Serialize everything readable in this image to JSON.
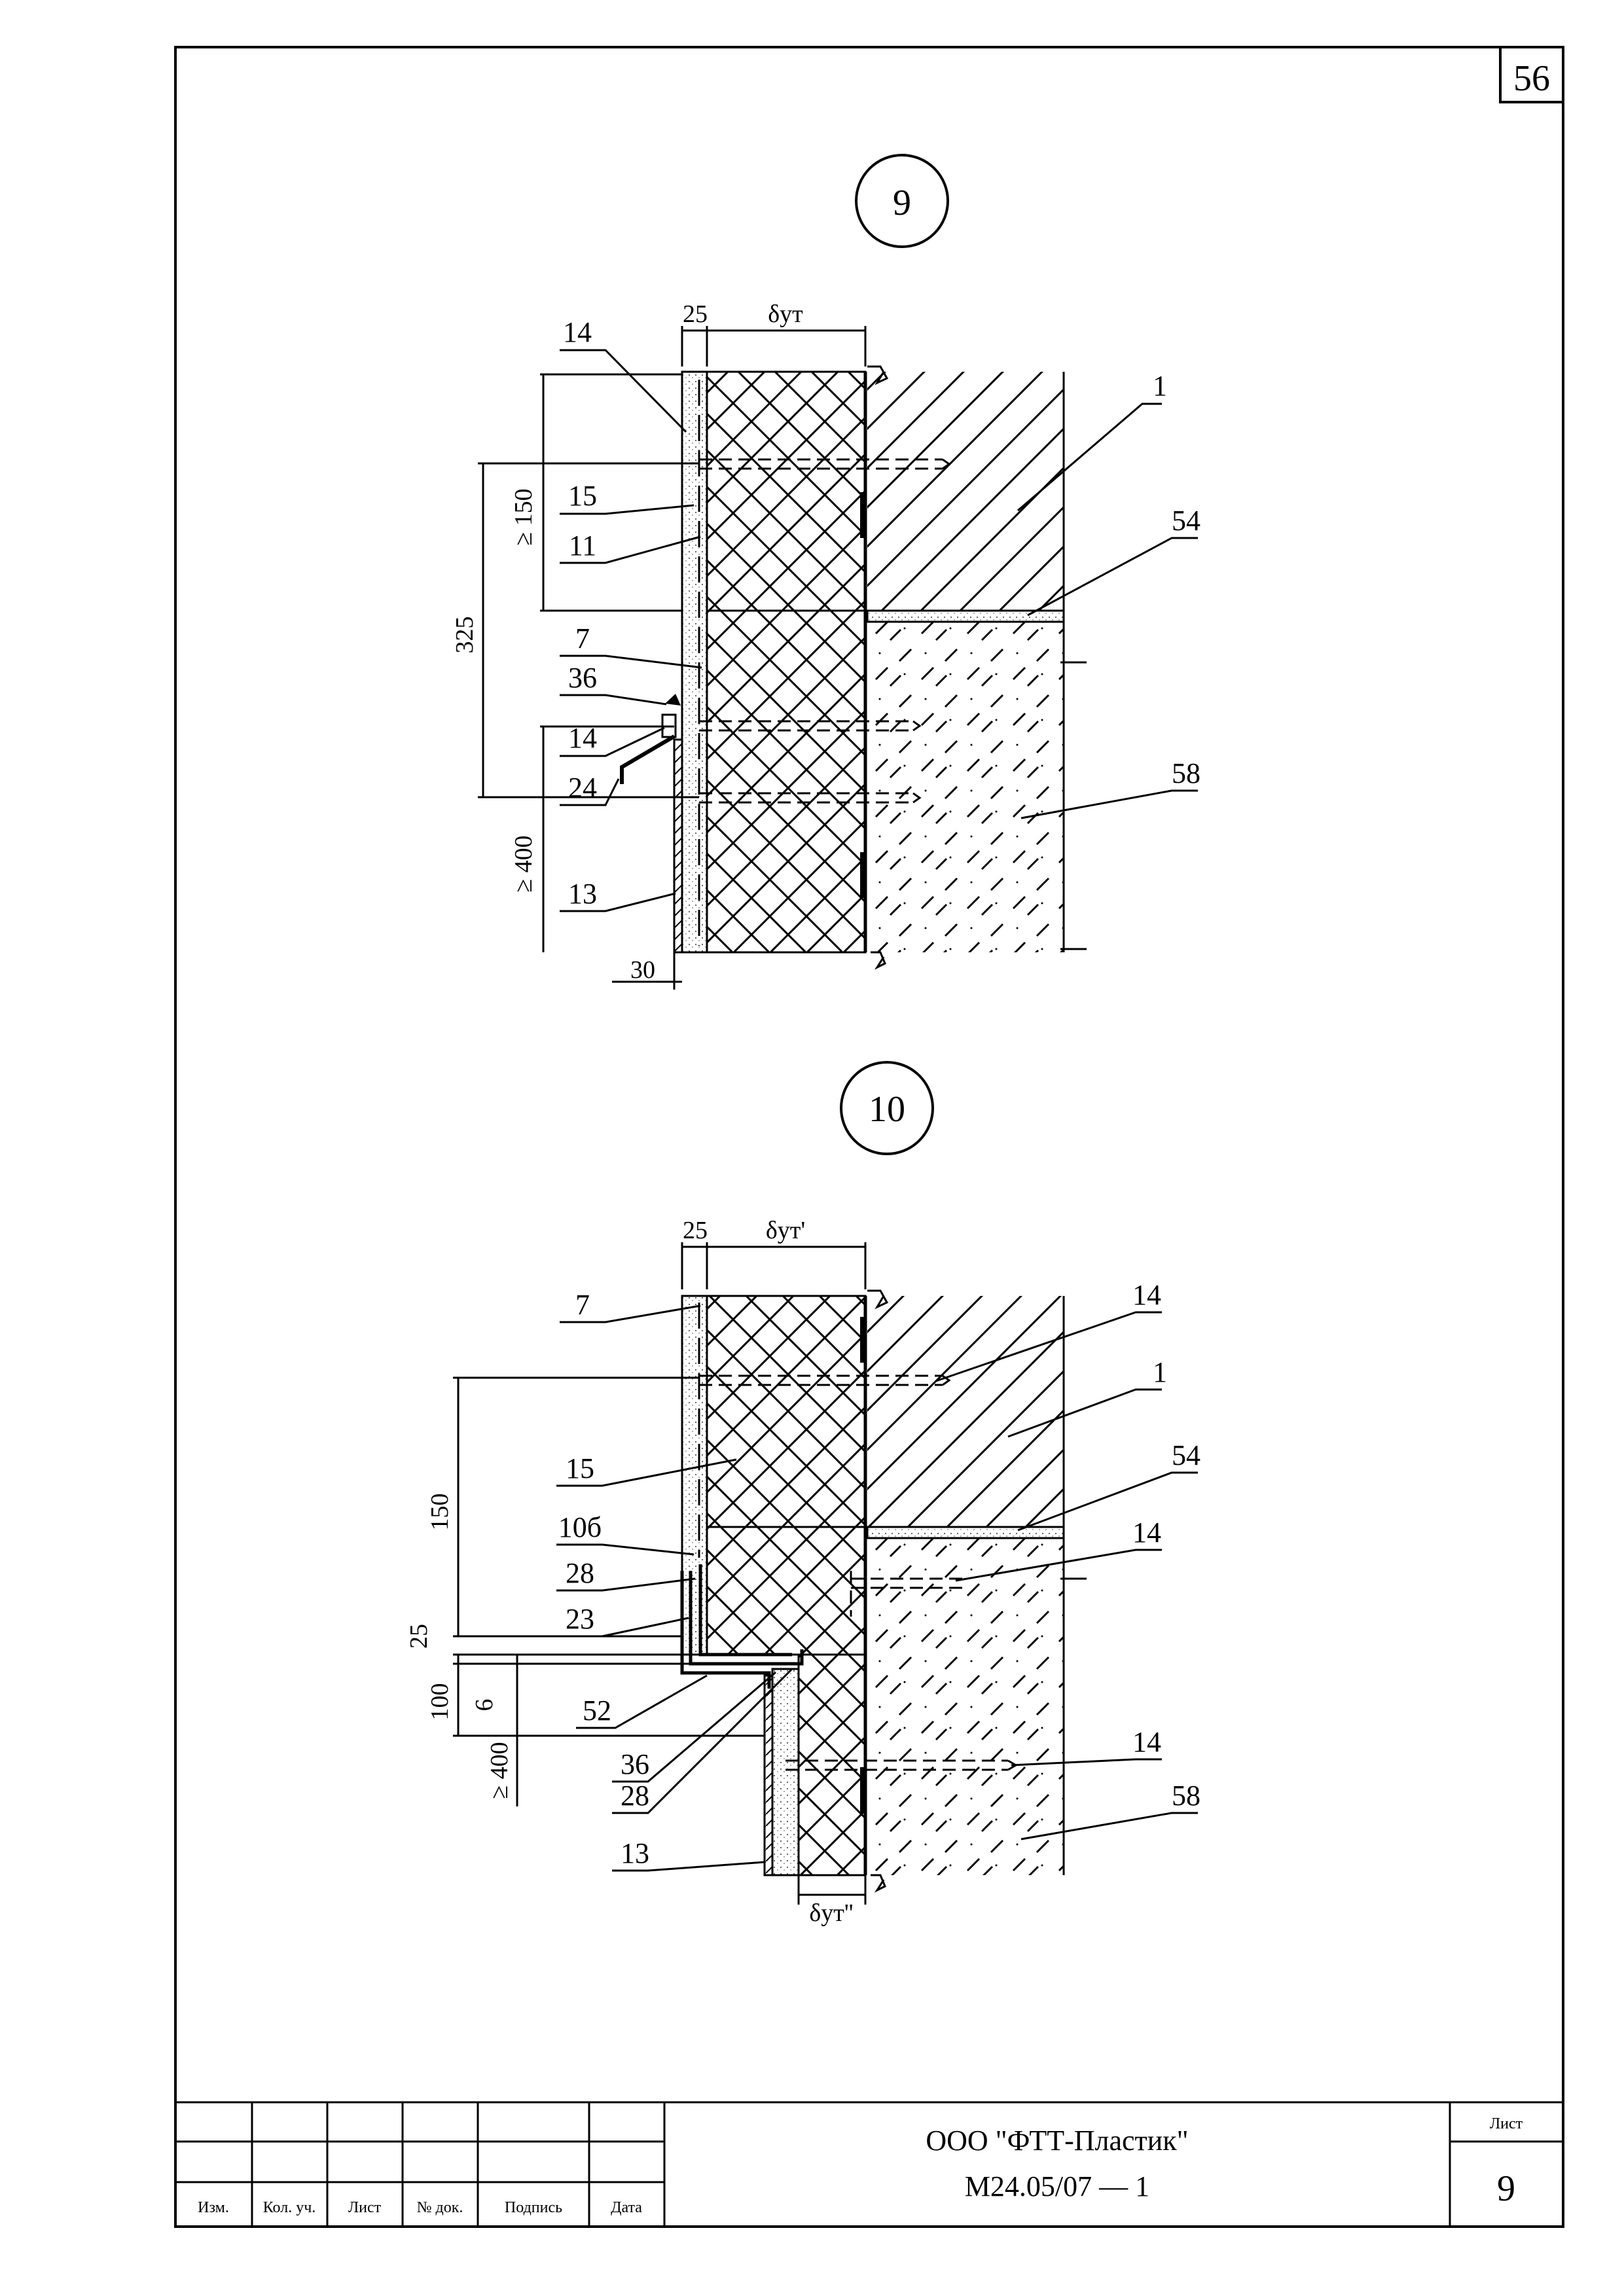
{
  "sheet_corner_number": "56",
  "detail_9": {
    "marker": "9",
    "dims": {
      "d25": "25",
      "delta_ut": "δут",
      "d150": "≥ 150",
      "d325": "325",
      "d400": "≥ 400",
      "d30": "30"
    },
    "callouts": {
      "c14a": "14",
      "c15": "15",
      "c11": "11",
      "c7": "7",
      "c36": "36",
      "c14b": "14",
      "c24": "24",
      "c13": "13",
      "c1": "1",
      "c54": "54",
      "c58": "58"
    }
  },
  "detail_10": {
    "marker": "10",
    "dims": {
      "d25": "25",
      "delta_ut1": "δут'",
      "d150": "150",
      "d25b": "25",
      "d100": "100",
      "d6": "6",
      "d400": "≥ 400",
      "delta_ut2": "δут''"
    },
    "callouts": {
      "c7": "7",
      "c15": "15",
      "c10b": "10б",
      "c28a": "28",
      "c23": "23",
      "c52": "52",
      "c36": "36",
      "c28b": "28",
      "c13": "13",
      "c14a": "14",
      "c1": "1",
      "c54": "54",
      "c14b": "14",
      "c14c": "14",
      "c58": "58"
    }
  },
  "title_block": {
    "columns": [
      "Изм.",
      "Кол. уч.",
      "Лист",
      "№ док.",
      "Подпись",
      "Дата"
    ],
    "company": "ООО \"ФТТ-Пластик\"",
    "doc_code": "М24.05/07 — 1",
    "sheet_label": "Лист",
    "sheet_number": "9"
  }
}
